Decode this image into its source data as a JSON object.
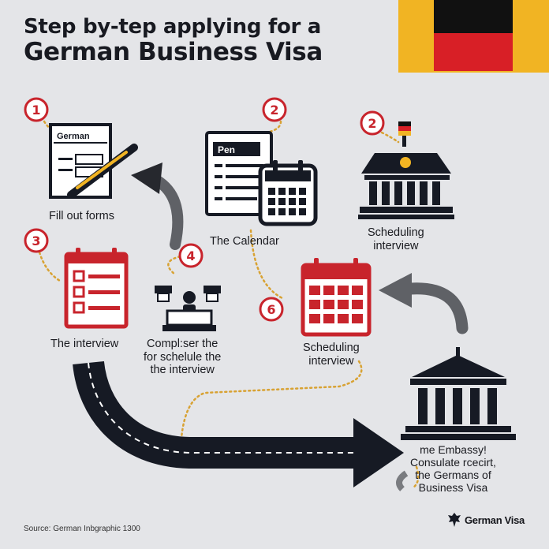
{
  "title": {
    "line1": "Step by-tep applying for a",
    "line2": "German  Business Visa"
  },
  "steps": [
    {
      "badge": "1",
      "label": "Fill out forms",
      "doc_text": "German"
    },
    {
      "badge": "2",
      "label": "The Calendar",
      "doc_text": "Pen"
    },
    {
      "badge": "2",
      "label": "Scheduling\ninterview"
    },
    {
      "badge": "3",
      "label": "The interview"
    },
    {
      "badge": "4",
      "label": "Compl:ser the\nfor schelule the\nthe interview"
    },
    {
      "badge": "6",
      "label": "Scheduling\ninterview"
    }
  ],
  "embassy_label": "me Embassy!\nConsulate rcecirt,\nthe Germans of\nBusiness Visa",
  "footer": "Source: German Inbgraphic 1300",
  "brand": "German Visa",
  "colors": {
    "accent_red": "#c8242c",
    "navy": "#161a24",
    "flag_gold": "#f1b423",
    "flag_red": "#d81f26",
    "dotted_path": "#d8a233",
    "arrow_gray": "#5f6166"
  }
}
